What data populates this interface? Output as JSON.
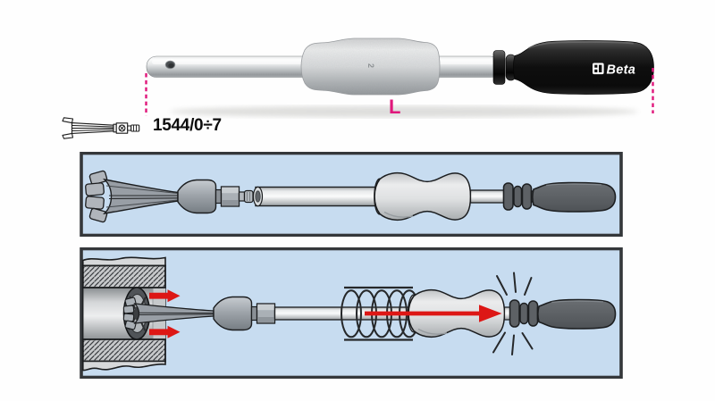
{
  "product": {
    "code": "1544/0÷7",
    "brand": "Beta",
    "length_label": "L",
    "hammer_marking": "2"
  },
  "colors": {
    "accent": "#e0187c",
    "arrow_red": "#dd1715",
    "panel_bg": "#c7dcf0",
    "panel_border": "#34373a",
    "handle_black": "#141414",
    "line_dark": "#1b1d1f"
  }
}
